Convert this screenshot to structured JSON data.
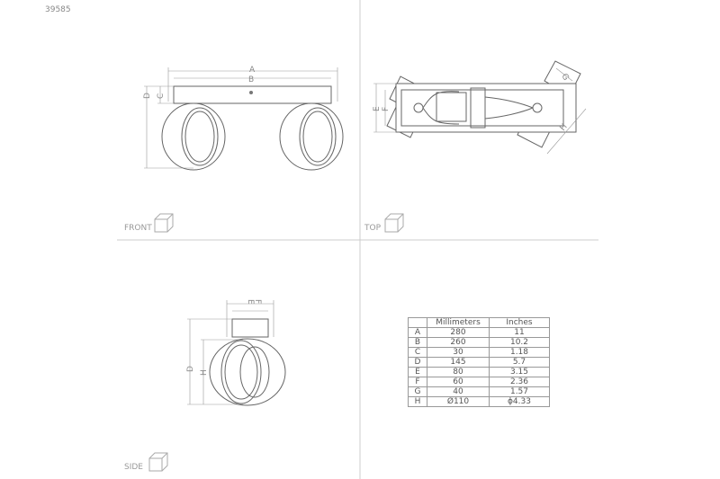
{
  "product_code": "39585",
  "views": {
    "front": "FRONT",
    "top": "TOP",
    "side": "SIDE"
  },
  "dimension_letters": {
    "A": "A",
    "B": "B",
    "C": "C",
    "D": "D",
    "E": "E",
    "F": "F",
    "G": "G",
    "H": "H"
  },
  "table": {
    "headers": [
      "",
      "Millimeters",
      "Inches"
    ],
    "rows": [
      [
        "A",
        "280",
        "11"
      ],
      [
        "B",
        "260",
        "10.2"
      ],
      [
        "C",
        "30",
        "1.18"
      ],
      [
        "D",
        "145",
        "5.7"
      ],
      [
        "E",
        "80",
        "3.15"
      ],
      [
        "F",
        "60",
        "2.36"
      ],
      [
        "G",
        "40",
        "1.57"
      ],
      [
        "H",
        "Ø110",
        "ϕ4.33"
      ]
    ]
  }
}
